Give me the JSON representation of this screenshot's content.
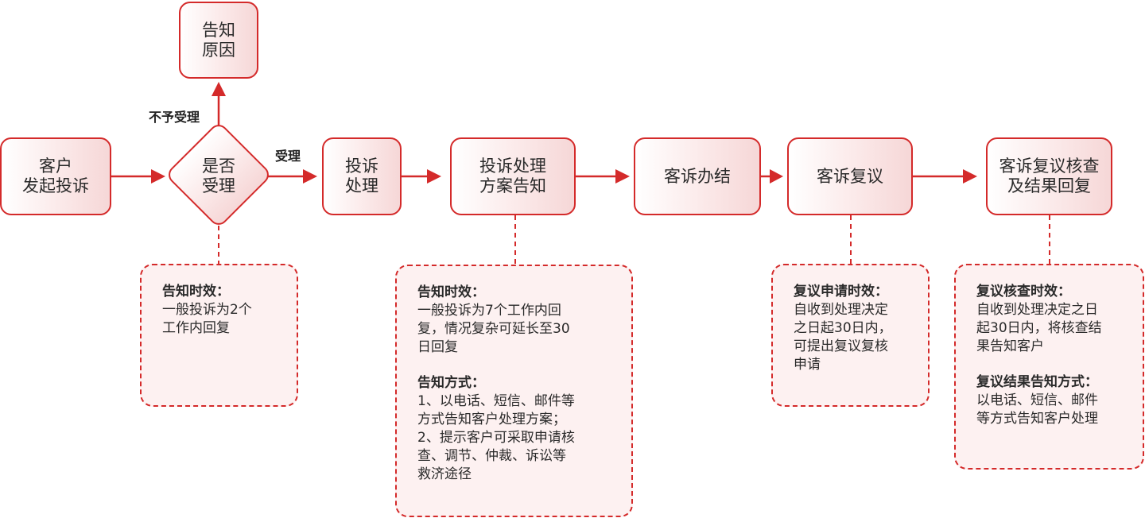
{
  "nodes": {
    "submit": "客户\n发起投诉",
    "decide": "是否\n受理",
    "notify_reason": "告知\n原因",
    "handle": "投诉\n处理",
    "plan_notify": "投诉处理\n方案告知",
    "close": "客诉办结",
    "review": "客诉复议",
    "review_result": "客诉复议核查\n及结果回复"
  },
  "edge_labels": {
    "accept": "受理",
    "reject": "不予受理"
  },
  "notes": {
    "decide": [
      {
        "title": "告知时效：",
        "body": "一般投诉为2个\n工作内回复"
      }
    ],
    "plan": [
      {
        "title": "告知时效：",
        "body": "一般投诉为7个工作内回\n复，情况复杂可延长至30\n日回复"
      },
      {
        "title": "告知方式：",
        "body": "1、以电话、短信、邮件等\n方式告知客户处理方案；\n2、提示客户可采取申请核\n查、调节、仲裁、诉讼等\n救济途径"
      }
    ],
    "review": [
      {
        "title": "复议申请时效：",
        "body": "自收到处理决定\n之日起30日内，\n可提出复议复核\n申请"
      }
    ],
    "result": [
      {
        "title": "复议核查时效：",
        "body": "自收到处理决定之日\n起30日内，将核查结\n果告知客户"
      },
      {
        "title": "复议结果告知方式：",
        "body": "以电话、短信、邮件\n等方式告知客户处理"
      }
    ]
  },
  "colors": {
    "accent": "#d42a2a",
    "node_fill_light": "#ffffff",
    "node_fill_tint": "#f6d7d7",
    "note_fill": "#fdf1f1"
  }
}
